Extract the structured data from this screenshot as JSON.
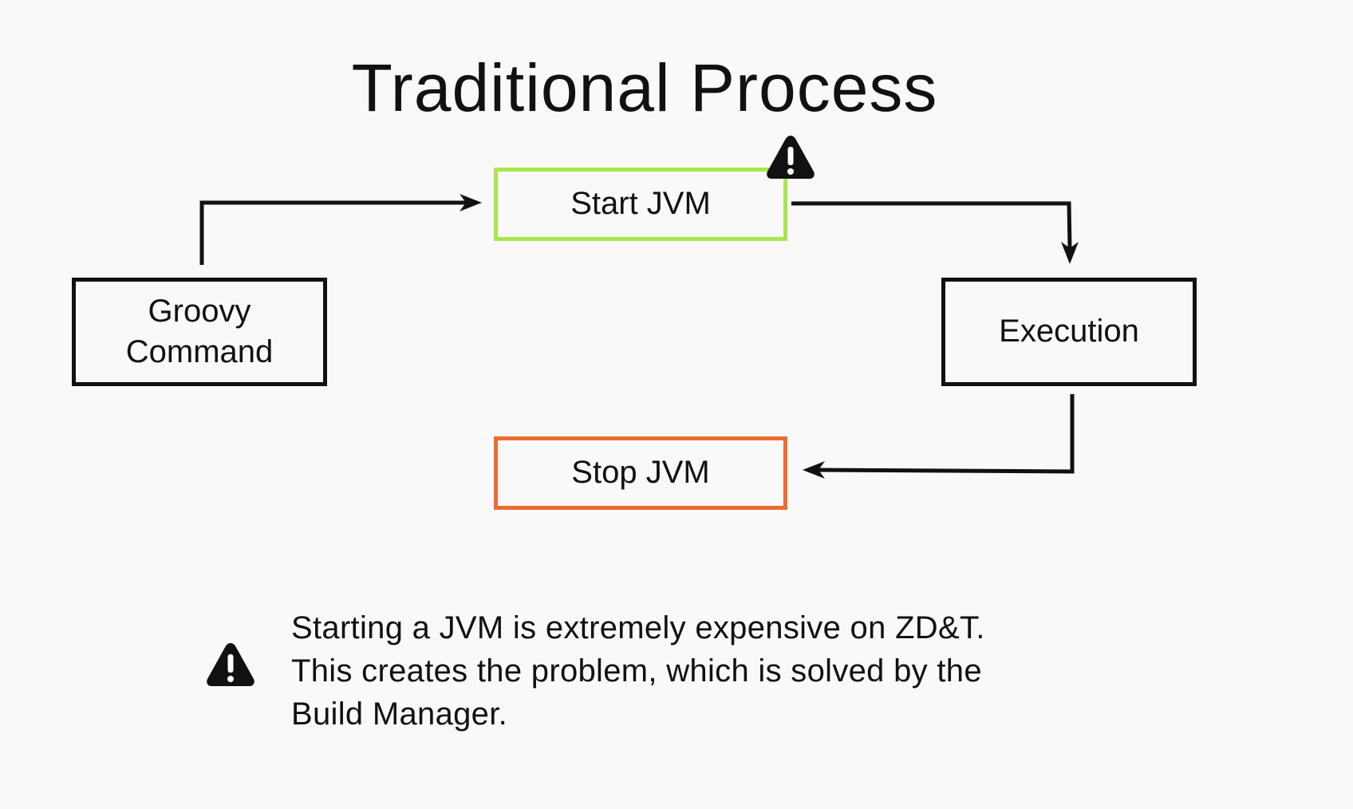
{
  "title": "Traditional Process",
  "nodes": {
    "groovy_command": {
      "lines": [
        "Groovy",
        "Command"
      ]
    },
    "start_jvm": {
      "label": "Start JVM",
      "border_color": "#a6e84a"
    },
    "execution": {
      "label": "Execution"
    },
    "stop_jvm": {
      "label": "Stop JVM",
      "border_color": "#ec6b32"
    }
  },
  "edges": [
    {
      "from": "groovy_command",
      "to": "start_jvm"
    },
    {
      "from": "start_jvm",
      "to": "execution"
    },
    {
      "from": "execution",
      "to": "stop_jvm"
    }
  ],
  "icons": {
    "start_jvm_marker": "warning-icon",
    "note_marker": "warning-icon"
  },
  "note": {
    "lines": [
      "Starting a JVM is extremely expensive on ZD&T.",
      "This creates the problem, which is solved by the",
      "Build Manager."
    ]
  }
}
